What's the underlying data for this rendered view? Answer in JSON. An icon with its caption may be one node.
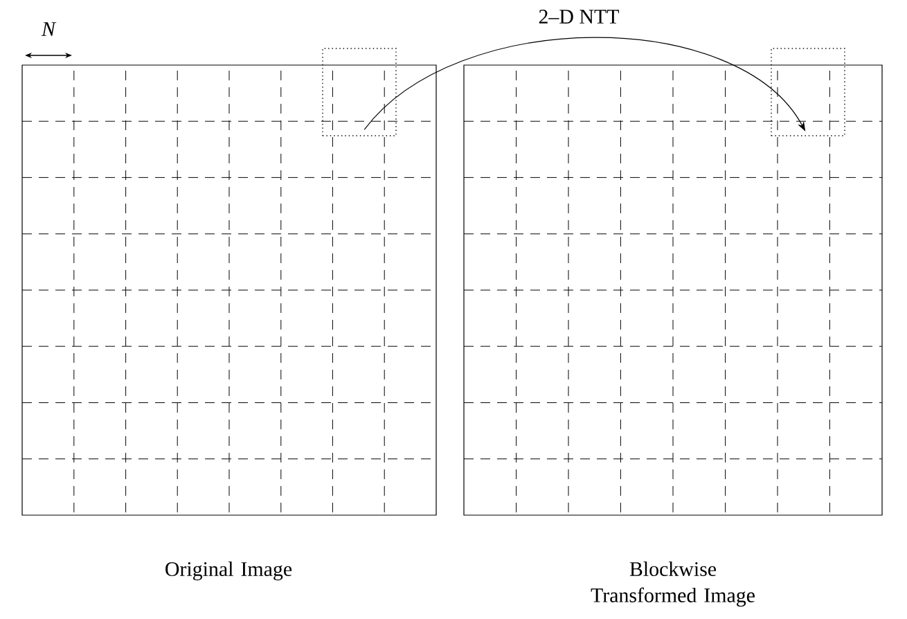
{
  "diagram": {
    "nodes": [
      {
        "text": [],
        "shape": "box",
        "beside": [
          "Original Image"
        ]
      },
      {
        "text": [],
        "shape": "box",
        "in": 0
      },
      {
        "text": [],
        "shape": "box",
        "beside": [
          "Blockwise Transformed Image"
        ]
      },
      {
        "text": [],
        "shape": "box",
        "in": 2
      }
    ],
    "edges": [
      {
        "from": 1,
        "to": 3,
        "arrow": "to",
        "label": "2–D NTT"
      }
    ],
    "labels": [
      "N"
    ]
  }
}
